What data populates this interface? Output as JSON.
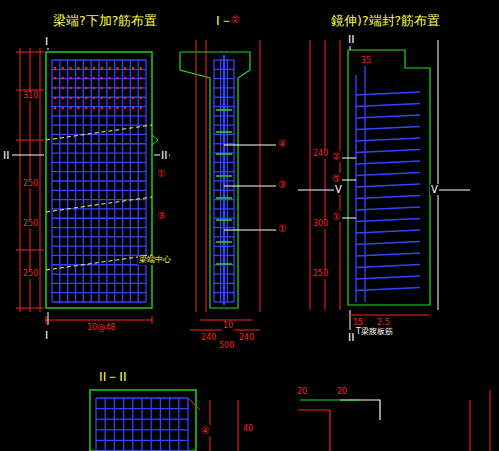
{
  "diagram": {
    "labels": [
      "梁端?下加?筋布置",
      "I－I",
      "鏡伸)?端封?筋布置",
      "I",
      "I",
      "II",
      "II",
      "II",
      "II",
      "II－II",
      "310",
      "250",
      "250",
      "250",
      "10@48",
      "240",
      "10",
      "240",
      "500",
      "35",
      "15",
      "2.5",
      "240",
      "300",
      "250",
      "①",
      "③",
      "②",
      "④",
      "③",
      "①",
      "②",
      "⑤",
      "①",
      "④",
      "梁端中心",
      "T梁腹板筋",
      "V",
      "V",
      "40",
      "20",
      "20"
    ]
  }
}
